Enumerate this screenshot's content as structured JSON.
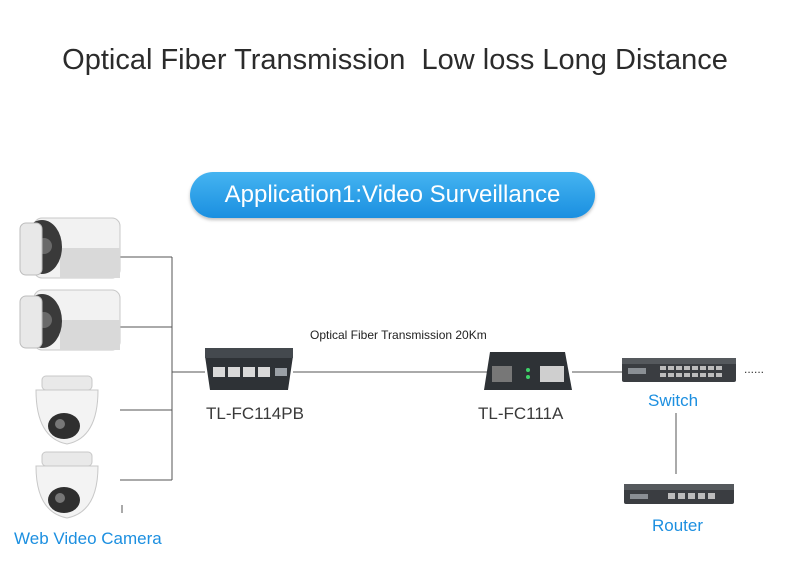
{
  "header": {
    "title": "Optical Fiber Transmission  Low loss Long Distance"
  },
  "application": {
    "label": "Application1:Video Surveillance"
  },
  "link": {
    "label": "Optical Fiber Transmission 20Km"
  },
  "devices": {
    "switch_poe": "TL-FC114PB",
    "converter": "TL-FC111A",
    "switch": "Switch",
    "router": "Router",
    "cameras": "Web Video Camera",
    "more": "......"
  },
  "colors": {
    "accent": "#1c8fe0",
    "line": "#555555",
    "device_dark": "#2e3236"
  }
}
